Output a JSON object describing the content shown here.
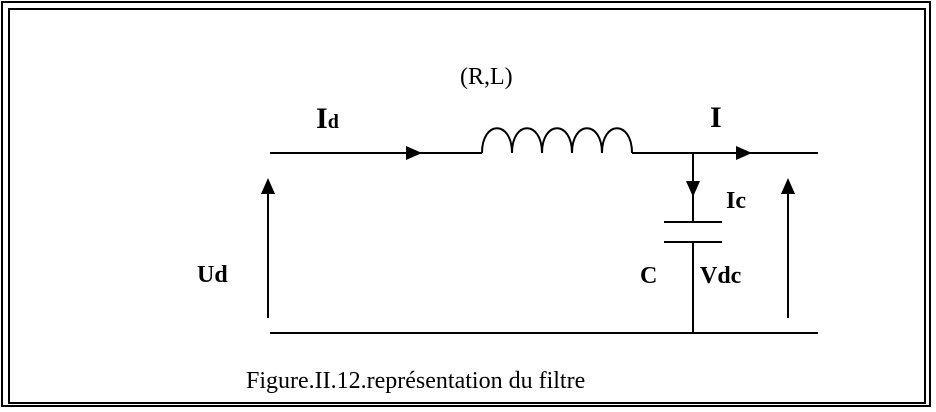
{
  "diagram": {
    "impedance_label": "(R,L)",
    "input_current_main": "I",
    "input_current_sub": "d",
    "output_current_label": "I",
    "capacitor_current_label": "Ic",
    "capacitor_label": "C",
    "capacitor_voltage_label": "Vdc",
    "input_voltage_label": "Ud",
    "caption": "Figure.II.12.représentation du filtre"
  },
  "colors": {
    "line": "#000000",
    "background": "#ffffff"
  }
}
